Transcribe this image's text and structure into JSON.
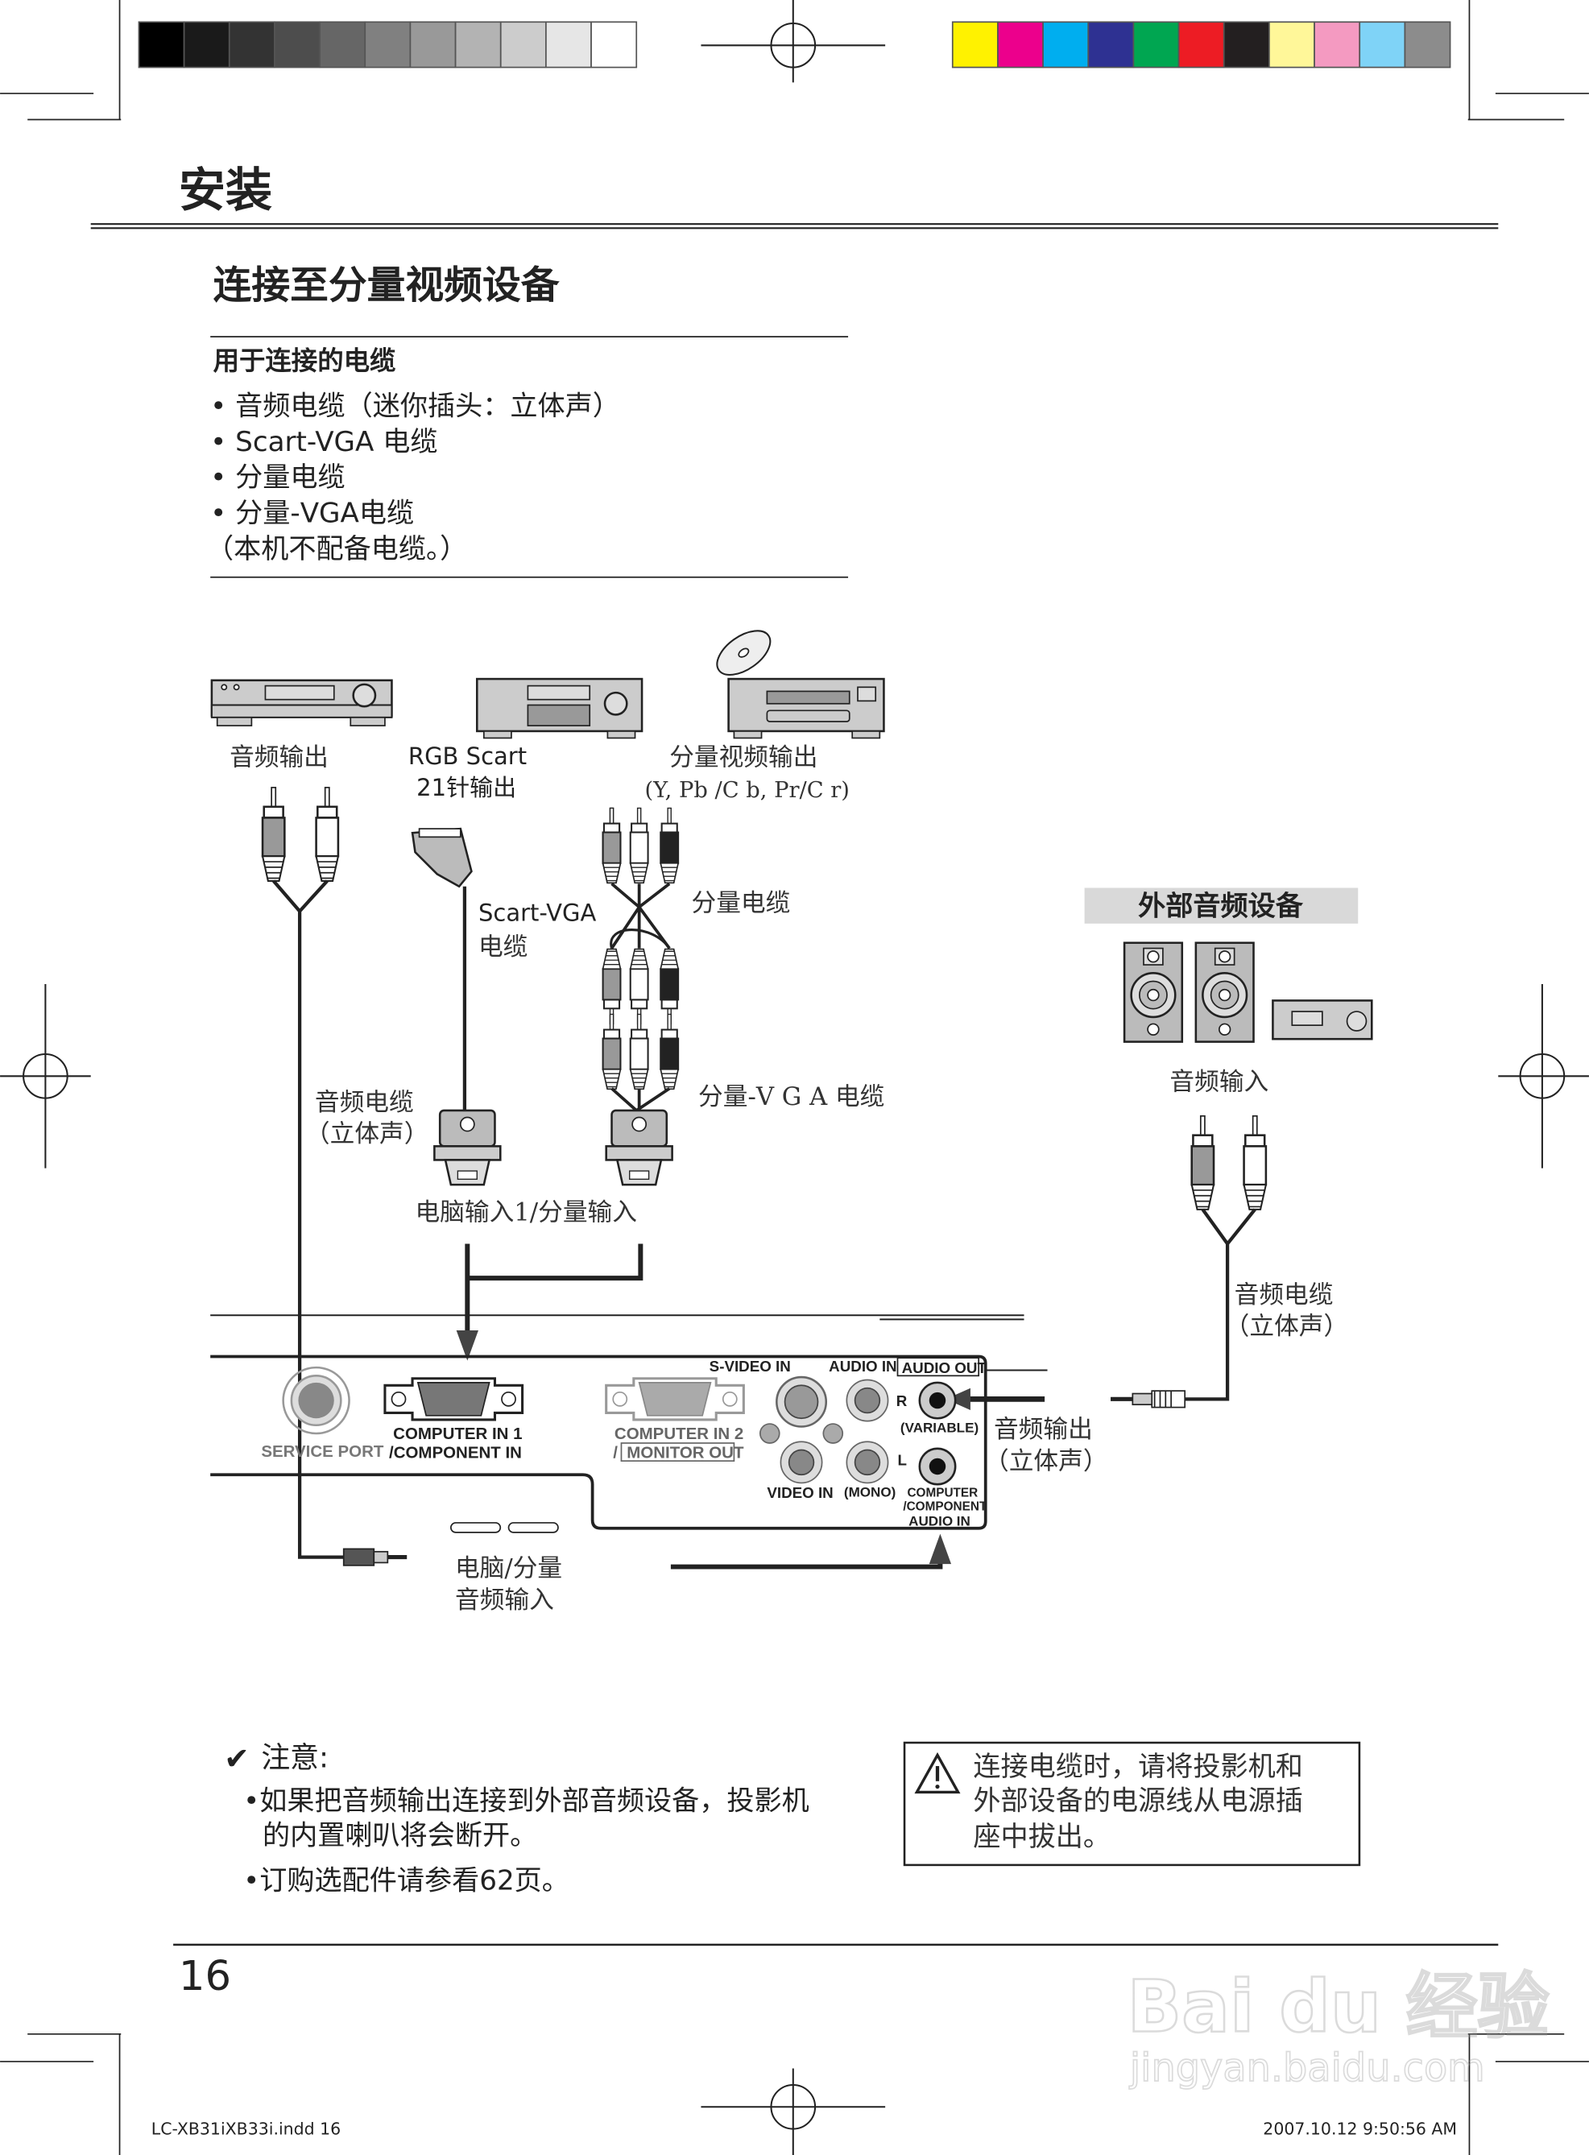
{
  "print_marks": {
    "grayscale_swatches": [
      "#000000",
      "#1a1a1a",
      "#333333",
      "#4d4d4d",
      "#666666",
      "#808080",
      "#999999",
      "#b3b3b3",
      "#cccccc",
      "#e6e6e6",
      "#ffffff"
    ],
    "color_swatches": [
      "#fff200",
      "#ec008c",
      "#00aeef",
      "#2e3192",
      "#00a651",
      "#ed1c24",
      "#231f20",
      "#fff799",
      "#f49ac1",
      "#7fd3f7",
      "#8c8c8c"
    ]
  },
  "header": {
    "section_title": "安装"
  },
  "page_title": "连接至分量视频设备",
  "cables_box": {
    "heading": "用于连接的电缆",
    "items": [
      "• 音频电缆（迷你插头：立体声）",
      "• Scart-VGA 电缆",
      "• 分量电缆",
      "• 分量-VGA电缆"
    ],
    "note": "（本机不配备电缆。）"
  },
  "diagram": {
    "labels": {
      "audio_out_device": "音频输出",
      "rgb_scart_1": "RGB Scart",
      "rgb_scart_2": "21针输出",
      "component_out_1": "分量视频输出",
      "component_out_2": "(Y, Pb /C b, Pr/C r)",
      "scart_vga_1": "Scart-VGA",
      "scart_vga_2": "电缆",
      "component_cable": "分量电缆",
      "component_vga_cable": "分量-V G A 电缆",
      "audio_cable_left_1": "音频电缆",
      "audio_cable_left_2": "（立体声）",
      "computer_in_1": "电脑输入1/分量输入",
      "external_audio": "外部音频设备",
      "audio_in": "音频输入",
      "audio_cable_right_1": "音频电缆",
      "audio_cable_right_2": "（立体声）",
      "audio_output_1": "音频输出",
      "audio_output_2": "（立体声）",
      "pc_audio_in_1": "电脑/分量",
      "pc_audio_in_2": "音频输入"
    },
    "panel": {
      "service_port": "SERVICE PORT",
      "computer_in1_1": "COMPUTER IN 1",
      "computer_in1_2": "/COMPONENT IN",
      "computer_in2_1": "COMPUTER IN 2",
      "computer_in2_2": "MONITOR OUT",
      "svideo_in": "S-VIDEO IN",
      "audio_in": "AUDIO IN",
      "audio_out": "AUDIO OUT",
      "variable": "(VARIABLE)",
      "r": "R",
      "l": "L",
      "video_in": "VIDEO IN",
      "mono": "(MONO)",
      "pc_audio_1": "COMPUTER",
      "pc_audio_2": "/COMPONENT",
      "pc_audio_3": "AUDIO IN"
    }
  },
  "notes": {
    "title": "注意:",
    "items": [
      "•如果把音频输出连接到外部音频设备，投影机",
      "的内置喇叭将会断开。",
      "•订购选配件请参看62页。"
    ]
  },
  "warning": {
    "icon": "warning-triangle-icon",
    "lines": [
      "连接电缆时，请将投影机和",
      "外部设备的电源线从电源插",
      "座中拔出。"
    ]
  },
  "page_number": "16",
  "footer": {
    "file": "LC-XB31iXB33i.indd   16",
    "timestamp": "2007.10.12   9:50:56 AM"
  },
  "watermark": {
    "brand": "Bai du 经验",
    "url": "jingyan.baidu.com"
  }
}
